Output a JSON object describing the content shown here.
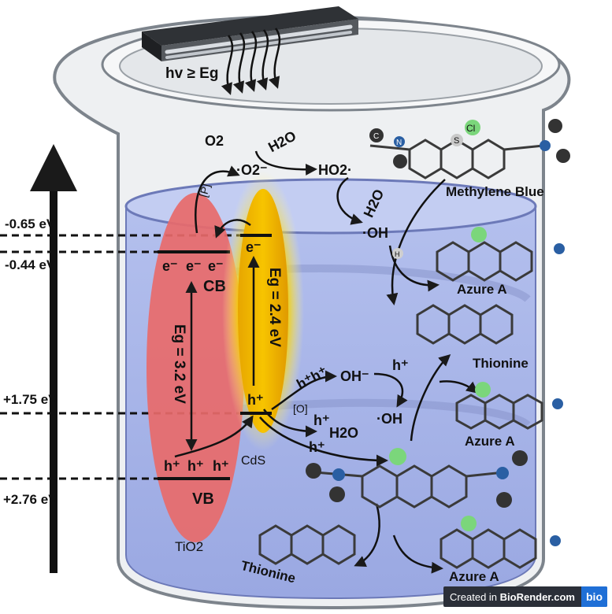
{
  "lamp": {
    "label": "hv ≥ Eg"
  },
  "energy_levels": [
    {
      "value": "-0.65 eV"
    },
    {
      "value": "-0.44 eV"
    },
    {
      "value": "+1.75 eV"
    },
    {
      "value": "+2.76 eV"
    }
  ],
  "tio2": {
    "cb": "CB",
    "vb": "VB",
    "gap": "Eg = 3.2 eV",
    "name": "TiO2",
    "electron": "e⁻",
    "hole": "h⁺"
  },
  "cds": {
    "gap": "Eg = 2.4 eV",
    "name": "CdS",
    "electron": "e⁻",
    "hole": "h⁺"
  },
  "species": {
    "o2": "O2",
    "o2_radical": "·O2⁻",
    "h2o_top": "H2O",
    "ho2": "HO2·",
    "h2o_mid": "H2O",
    "oh_radical": "·OH",
    "p_bracket": "[P]",
    "o_bracket": "[O]",
    "h_plus_pair": "h⁺h⁺",
    "oh_minus": "OH⁻",
    "h_plus_a": "h⁺",
    "oh_radical_2": "·OH",
    "h_plus_b": "h⁺",
    "h2o_low": "H2O",
    "h_plus_c": "h⁺"
  },
  "molecules": {
    "methylene_blue": "Methylene Blue",
    "azure_a_1": "Azure A",
    "thionine_1": "Thionine",
    "azure_a_2": "Azure A",
    "thionine_2": "Thionine",
    "azure_a_3": "Azure A"
  },
  "atoms": {
    "chlorine": "Cl",
    "sulfur": "S",
    "nitrogen": "N",
    "carbon": "C",
    "hydrogen": "H"
  },
  "watermark": {
    "prefix": "Created in ",
    "brand": "BioRender.com",
    "logo": "bio"
  },
  "colors": {
    "tio2": "#e86a6a",
    "cds": "#f2b705",
    "liquid": "#a9b6ea",
    "glass": "#e9ecef",
    "arrow": "#1a1a1a"
  }
}
